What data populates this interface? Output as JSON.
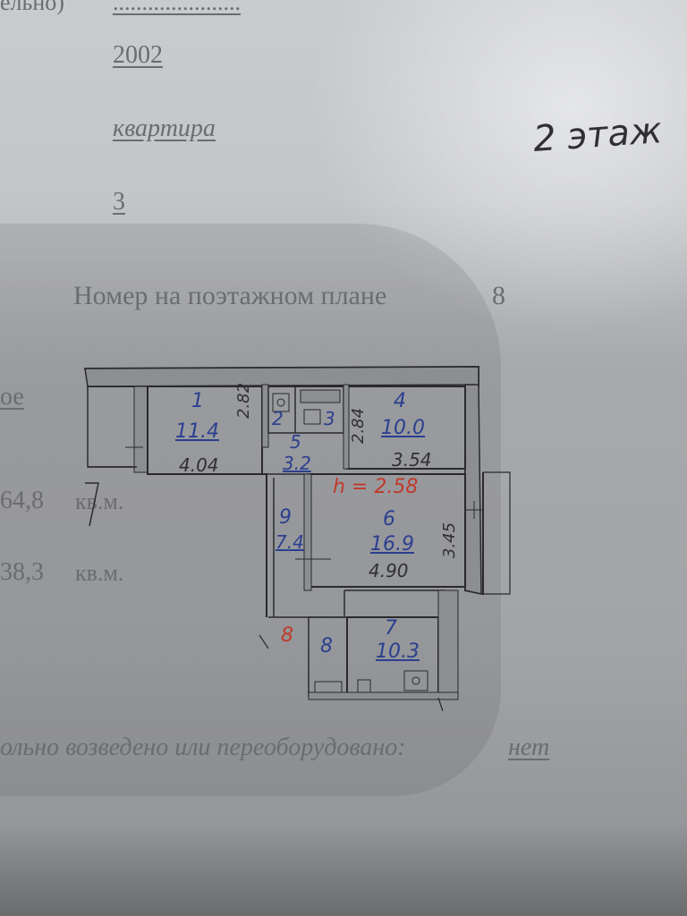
{
  "header": {
    "cut_top_left": "ельно)",
    "cut_top_value": "......................",
    "year": "2002",
    "type": "квартира",
    "rooms": "3"
  },
  "floor_note": "2 этаж",
  "plan_number_label": "Номер на поэтажном плане",
  "plan_number_value": "8",
  "left_cut": "ое",
  "area_total": {
    "value": "64,8",
    "unit": "кв.м."
  },
  "area_living": {
    "value": "38,3",
    "unit": "кв.м."
  },
  "bottom_text": {
    "label": "ольно возведено или переоборудовано:",
    "value": "нет"
  },
  "plan": {
    "ceiling_height": "h = 2.58",
    "rooms": [
      {
        "num": "1",
        "area": "11.4"
      },
      {
        "num": "2",
        "area": ""
      },
      {
        "num": "3",
        "area": ""
      },
      {
        "num": "4",
        "area": "10.0"
      },
      {
        "num": "5",
        "area": "3.2"
      },
      {
        "num": "6",
        "area": "16.9"
      },
      {
        "num": "7",
        "area": "10.3"
      },
      {
        "num": "8",
        "area": ""
      },
      {
        "num": "9",
        "area": "7.4"
      }
    ],
    "dims": {
      "d1": "2.82",
      "d2": "2.84",
      "d3": "4.04",
      "d4": "3.54",
      "d5": "3.45",
      "d6": "4.90"
    },
    "colors": {
      "ink": "#2b3f8f",
      "wall": "#8c8e90",
      "line": "#2a2a2e",
      "red": "#c0392b"
    }
  }
}
